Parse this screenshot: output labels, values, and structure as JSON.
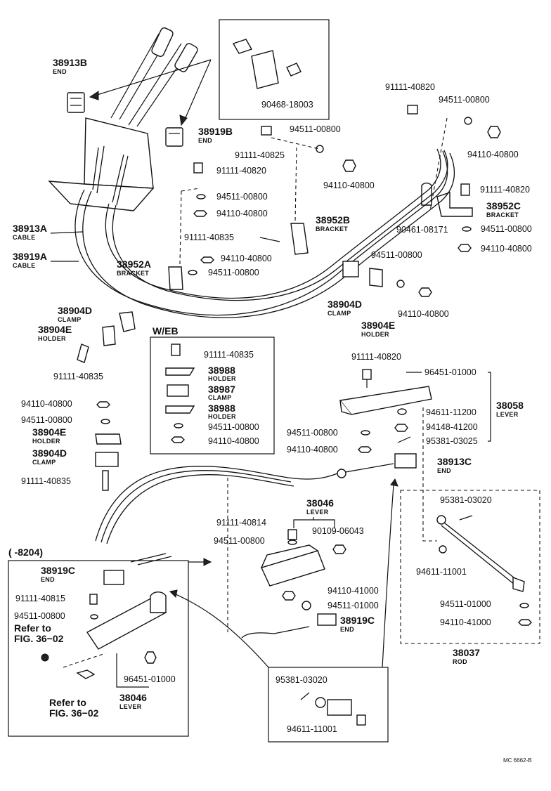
{
  "parts": {
    "p38913B": "38913B",
    "p38913B_sub": "END",
    "p38919B": "38919B",
    "p38919B_sub": "END",
    "p90468": "90468-18003",
    "p91111_40820_top": "91111-40820",
    "p94511_00800_top": "94511-00800",
    "p94511_00800_mid": "94511-00800",
    "p94110_40800_tr": "94110-40800",
    "p91111_40825": "91111-40825",
    "p94110_40800_mid": "94110-40800",
    "p91111_40820_l": "91111-40820",
    "p94511_00800_l": "94511-00800",
    "p94110_40800_l": "94110-40800",
    "p91111_40820_r": "91111-40820",
    "p38952C": "38952C",
    "p38952C_sub": "BRACKET",
    "p90461": "90461-08171",
    "p94511_00800_r": "94511-00800",
    "p94110_40800_r": "94110-40800",
    "p38913A": "38913A",
    "p38913A_sub": "CABLE",
    "p38952B": "38952B",
    "p38952B_sub": "BRACKET",
    "p91111_40835_c": "91111-40835",
    "p94110_40800_c": "94110-40800",
    "p94511_00800_c": "94511-00800",
    "p38919A": "38919A",
    "p38919A_sub": "CABLE",
    "p38952A": "38952A",
    "p38952A_sub": "BRACKET",
    "p94511_00800_cr": "94511-00800",
    "p94110_40800_cr": "94110-40800",
    "p38904D_top": "38904D",
    "p38904D_top_sub": "CLAMP",
    "p38904E_top": "38904E",
    "p38904E_top_sub": "HOLDER",
    "p38904D_r": "38904D",
    "p38904D_r_sub": "CLAMP",
    "p38904E_r": "38904E",
    "p38904E_r_sub": "HOLDER",
    "p91111_40835_l": "91111-40835",
    "web_title": "W/EB",
    "web_91111": "91111-40835",
    "web_38988a": "38988",
    "web_38988a_sub": "HOLDER",
    "web_38987": "38987",
    "web_38987_sub": "CLAMP",
    "web_38988b": "38988",
    "web_38988b_sub": "HOLDER",
    "web_94511": "94511-00800",
    "web_94110": "94110-40800",
    "p94110_40800_ll": "94110-40800",
    "p94511_00800_ll": "94511-00800",
    "p38904E_ll": "38904E",
    "p38904E_ll_sub": "HOLDER",
    "p38904D_ll": "38904D",
    "p38904D_ll_sub": "CLAMP",
    "p91111_40835_ll": "91111-40835",
    "p91111_40820_m": "91111-40820",
    "p96451_01000_m": "96451-01000",
    "p94611_11200": "94611-11200",
    "p94148_41200": "94148-41200",
    "p95381_03025": "95381-03025",
    "p38058": "38058",
    "p38058_sub": "LEVER",
    "p94511_00800_m": "94511-00800",
    "p94110_40800_m": "94110-40800",
    "p38913C": "38913C",
    "p38913C_sub": "END",
    "p38046": "38046",
    "p38046_sub": "LEVER",
    "p91111_40814": "91111-40814",
    "p90109": "90109-06043",
    "p94511_00800_lv": "94511-00800",
    "p94110_41000_lv": "94110-41000",
    "p94511_01000_lv": "94511-01000",
    "p38919C_m": "38919C",
    "p38919C_m_sub": "END",
    "rod_95381": "95381-03020",
    "rod_94611": "94611-11001",
    "rod_94511": "94511-01000",
    "rod_94110": "94110-41000",
    "p38037": "38037",
    "p38037_sub": "ROD",
    "inset_title": "(      -8204)",
    "inset_38919C": "38919C",
    "inset_38919C_sub": "END",
    "inset_91111": "91111-40815",
    "inset_94511": "94511-00800",
    "inset_refer1a": "Refer to",
    "inset_refer1b": "FIG. 36−02",
    "inset_96451": "96451-01000",
    "inset_38046": "38046",
    "inset_38046_sub": "LEVER",
    "inset_refer2a": "Refer to",
    "inset_refer2b": "FIG. 36−02",
    "box_95381": "95381-03020",
    "box_94611": "94611-11001",
    "footer_code": "MC 6662-B"
  }
}
